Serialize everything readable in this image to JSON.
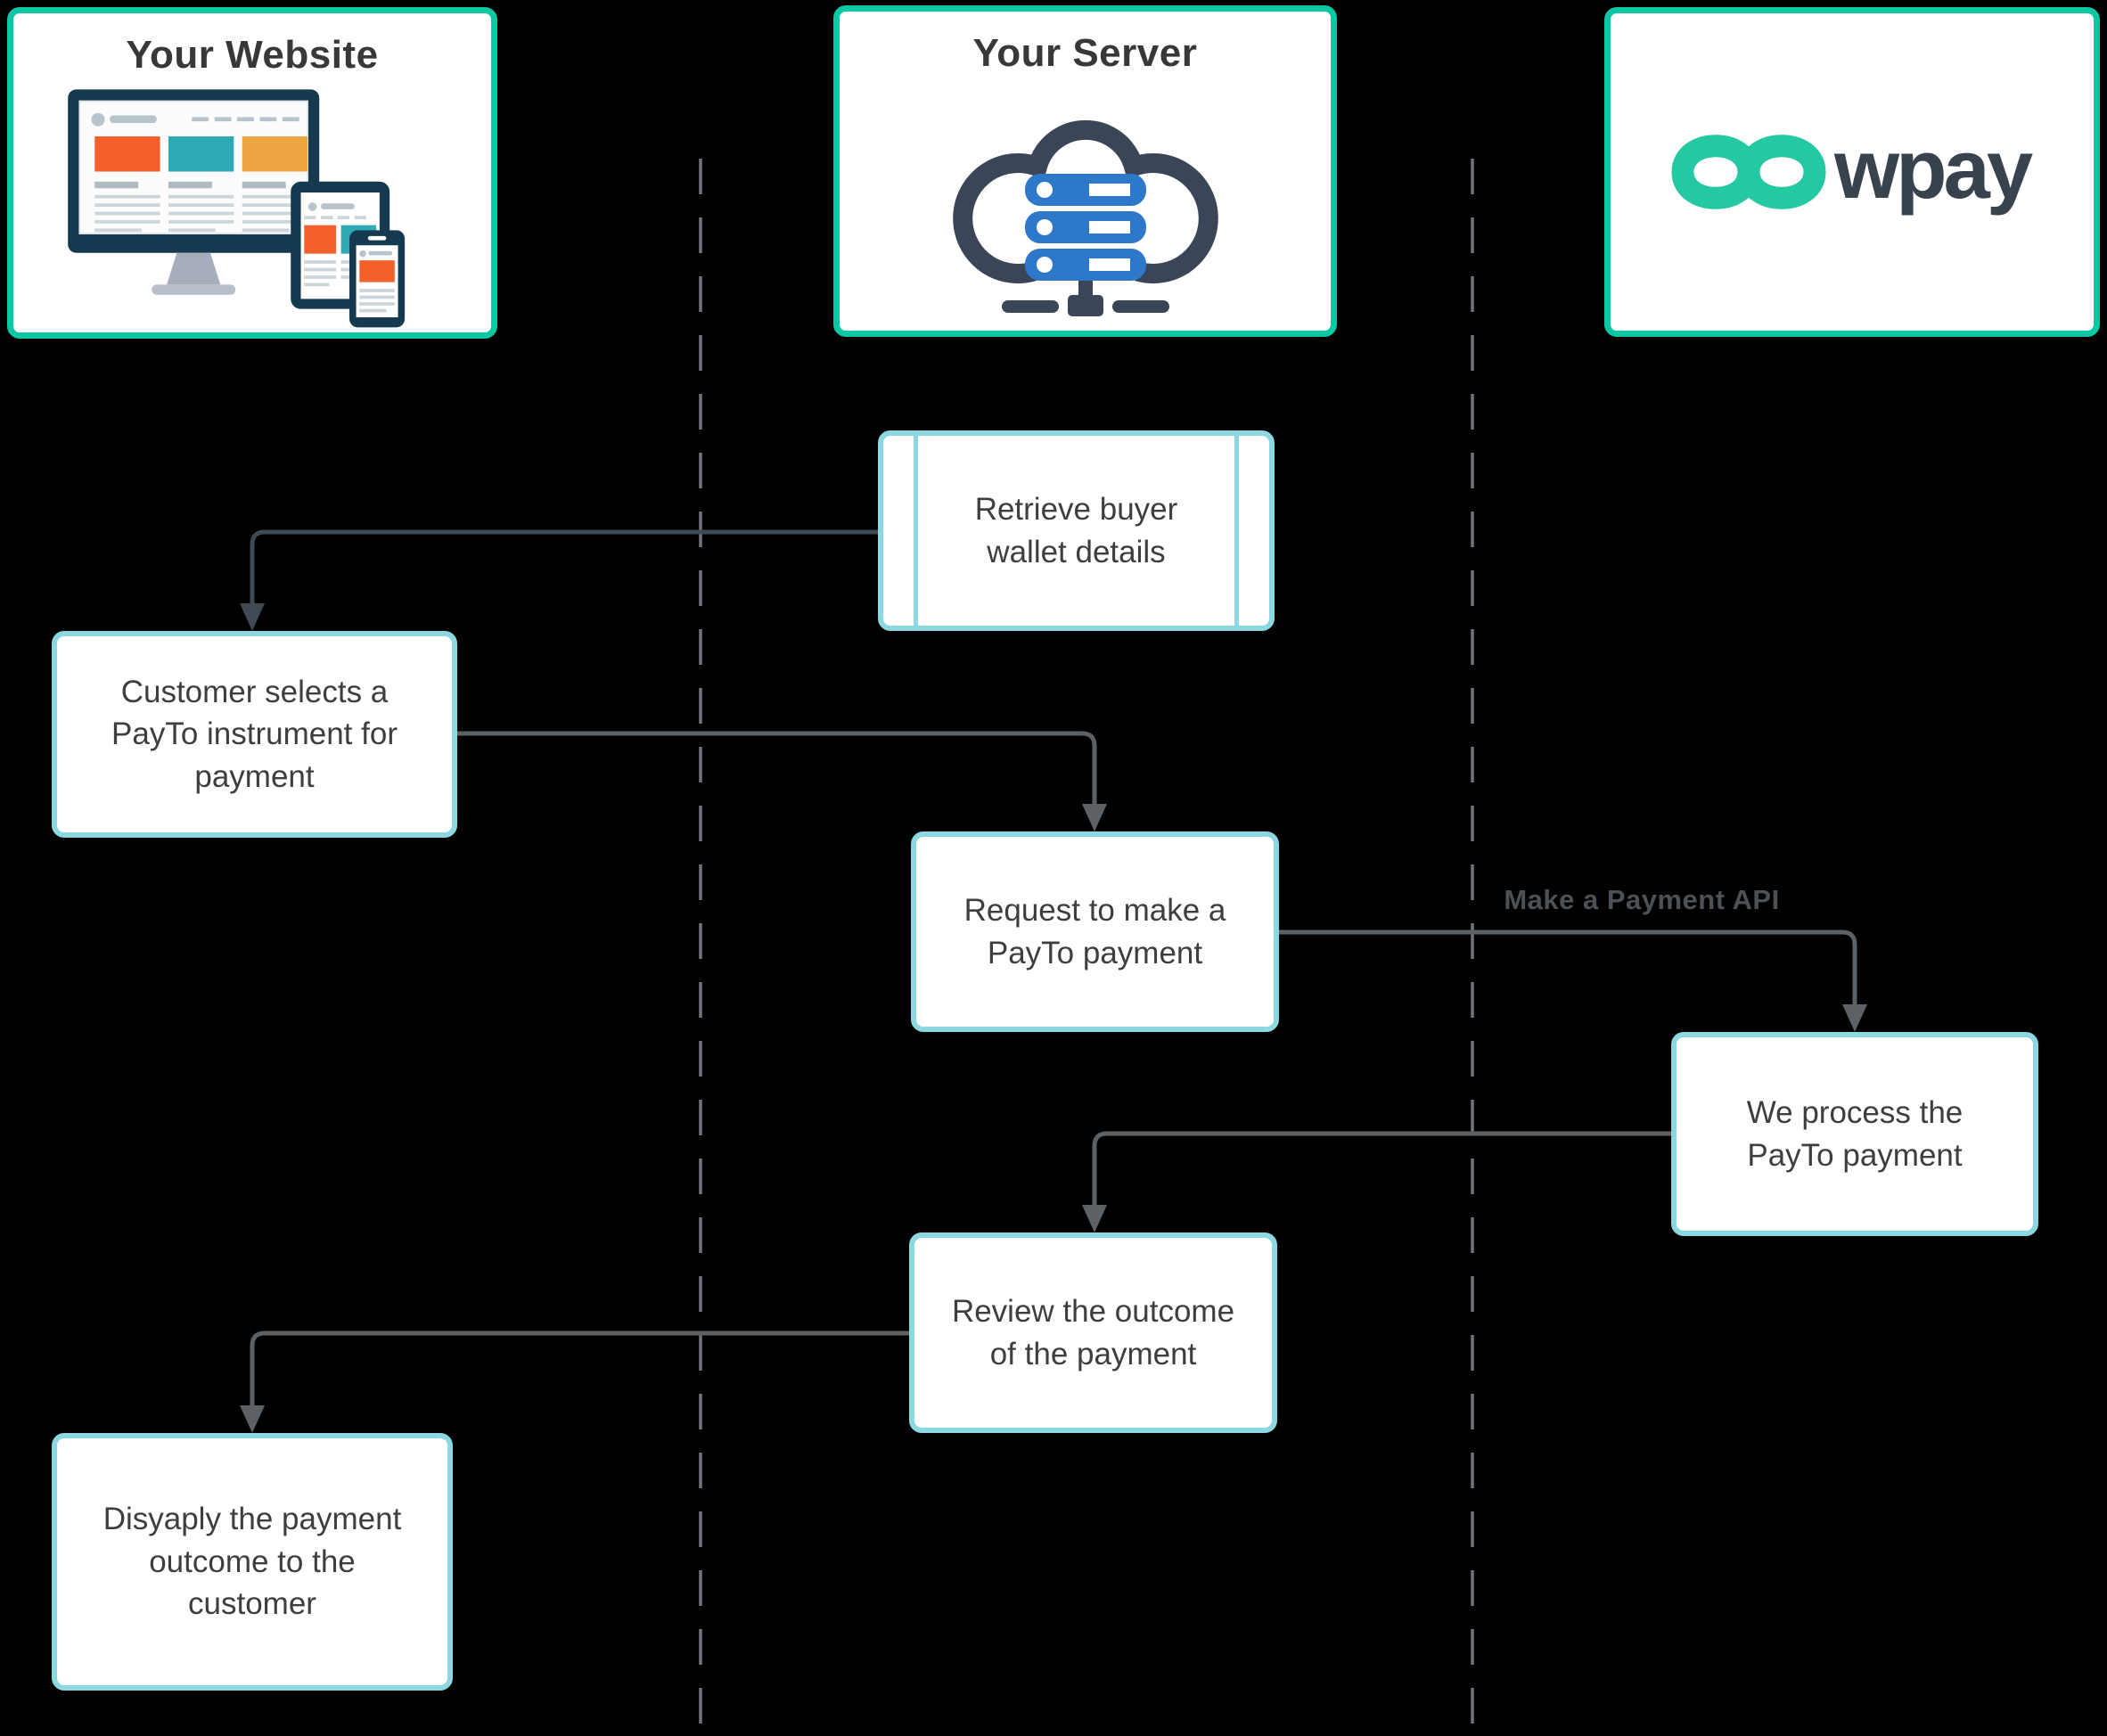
{
  "colors": {
    "background": "#000000",
    "actor_border": "#0bc8a4",
    "node_border": "#8bd8e0",
    "node_fill": "#ffffff",
    "node_text": "#3e3e3e",
    "connector": "#5c6165",
    "connector_dark": "#3f4a55",
    "lane_line": "#71757a",
    "wpay_teal": "#24c9a3",
    "wpay_text": "#39434e",
    "server_icon_navy": "#3a4657",
    "server_icon_blue": "#2e78c9",
    "website_icon_navy": "#15394f",
    "website_icon_orange": "#f45f2c",
    "website_icon_teal": "#2ea9b6",
    "website_icon_amber": "#eda443"
  },
  "actors": [
    {
      "id": "website",
      "title": "Your Website",
      "icon": "responsive-devices-icon"
    },
    {
      "id": "server",
      "title": "Your Server",
      "icon": "cloud-server-icon"
    },
    {
      "id": "wpay",
      "title": "wpay",
      "icon": "wpay-infinity-logo",
      "logo_text": "wpay"
    }
  ],
  "nodes": [
    {
      "id": "retrieve",
      "lane": "server",
      "shape": "predefined-process",
      "label": "Retrieve buyer wallet details"
    },
    {
      "id": "customer-selects",
      "lane": "website",
      "shape": "process",
      "label": "Customer selects a PayTo instrument for payment"
    },
    {
      "id": "request-payment",
      "lane": "server",
      "shape": "process",
      "label": "Request to make a PayTo payment"
    },
    {
      "id": "we-process",
      "lane": "wpay",
      "shape": "process",
      "label": "We process the PayTo payment"
    },
    {
      "id": "review-outcome",
      "lane": "server",
      "shape": "process",
      "label": "Review the outcome of the payment"
    },
    {
      "id": "display-outcome",
      "lane": "website",
      "shape": "process",
      "label": "Disyaply the payment outcome to the customer"
    }
  ],
  "connectors": [
    {
      "from": "retrieve",
      "to": "customer-selects",
      "label": ""
    },
    {
      "from": "customer-selects",
      "to": "request-payment",
      "label": ""
    },
    {
      "from": "request-payment",
      "to": "we-process",
      "label": "Make a Payment API"
    },
    {
      "from": "we-process",
      "to": "review-outcome",
      "label": ""
    },
    {
      "from": "review-outcome",
      "to": "display-outcome",
      "label": ""
    }
  ]
}
